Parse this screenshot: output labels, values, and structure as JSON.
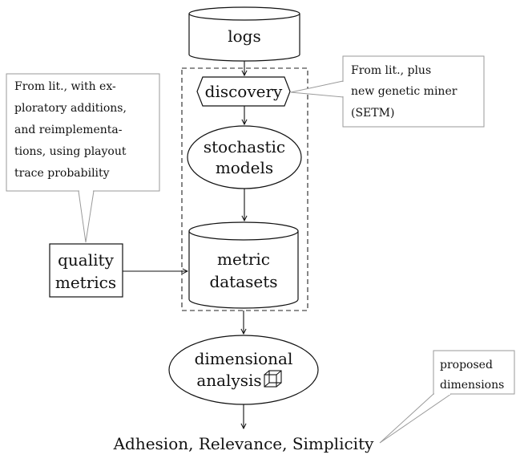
{
  "nodes": {
    "logs": "logs",
    "discovery": "discovery",
    "stochastic_models": [
      "stochastic",
      "models"
    ],
    "metric_datasets": [
      "metric",
      "datasets"
    ],
    "quality_metrics": [
      "quality",
      "metrics"
    ],
    "dimensional_analysis": [
      "dimensional",
      "analysis"
    ],
    "output": "Adhesion, Relevance, Simplicity"
  },
  "callouts": {
    "discovery_note": [
      "From lit., plus",
      "new genetic miner",
      "(SETM)"
    ],
    "quality_note": [
      "From lit., with ex-",
      "ploratory additions,",
      "and reimplementa-",
      "tions, using playout",
      "trace probability"
    ],
    "output_note": [
      "proposed",
      "dimensions"
    ]
  },
  "icons": {
    "analysis_icon": "cube-icon"
  }
}
